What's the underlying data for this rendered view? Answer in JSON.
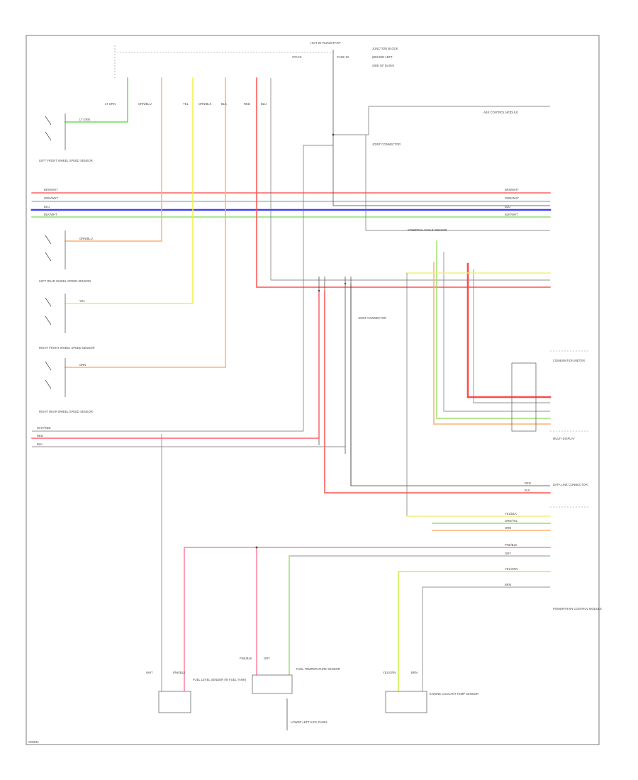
{
  "diagram": {
    "footer_code": "G00041",
    "colors": {
      "red": "#ff5a5a",
      "pink": "#ff7aa0",
      "blue": "#3c3cff",
      "green": "#7cd36a",
      "light_green": "#9de070",
      "yellow": "#f0f03c",
      "orange": "#ffb070",
      "yellow_green": "#c8f040",
      "gray": "#6e6e6e",
      "dark": "#3c3c3c"
    },
    "text": {
      "top_a": "HOT IN RUN/START",
      "top_b": "STACK",
      "top_c": "FUSE 10",
      "top_d": "JUNCTION BLOCK",
      "top_e": "(BEHIND LEFT",
      "top_f": "SIDE OF DASH)",
      "abs_module": "ABS CONTROL MODULE",
      "joint_connector": "JOINT CONNECTOR",
      "left_front_sensor": "LEFT FRONT WHEEL SPEED SENSOR",
      "left_rear_sensor": "LEFT REAR WHEEL SPEED SENSOR",
      "right_front_sensor": "RIGHT FRONT WHEEL SPEED SENSOR",
      "right_rear_sensor": "RIGHT REAR WHEEL SPEED SENSOR",
      "dlc": "DATA LINK CONNECTOR",
      "combination_meter": "COMBINATION METER",
      "multi_display": "MULTI-DISPLAY",
      "fuel_level_sensor": "FUEL LEVEL SENDER (IN FUEL TANK)",
      "fuel_temp_sensor": "FUEL TEMPERATURE SENSOR",
      "engine_coolant_sensor": "ENGINE COOLANT TEMP SENSOR",
      "pcm": "POWERTRAIN CONTROL MODULE",
      "ground_note": "LOWER LEFT KICK PANEL",
      "steering_angle": "STEERING ANGLE SENSOR"
    },
    "wire_labels": [
      "LT GRN",
      "ORN/BLU",
      "YEL",
      "ORN/BLK",
      "BLK",
      "RED",
      "BLU",
      "BRN/WHT",
      "GRN/WHT",
      "BLK/WHT",
      "WHT/RED",
      "YEL/BLK",
      "GRY",
      "PNK/BLK",
      "YEL/GRN",
      "GRN/YEL",
      "WHT",
      "BRN",
      "ORN"
    ]
  }
}
